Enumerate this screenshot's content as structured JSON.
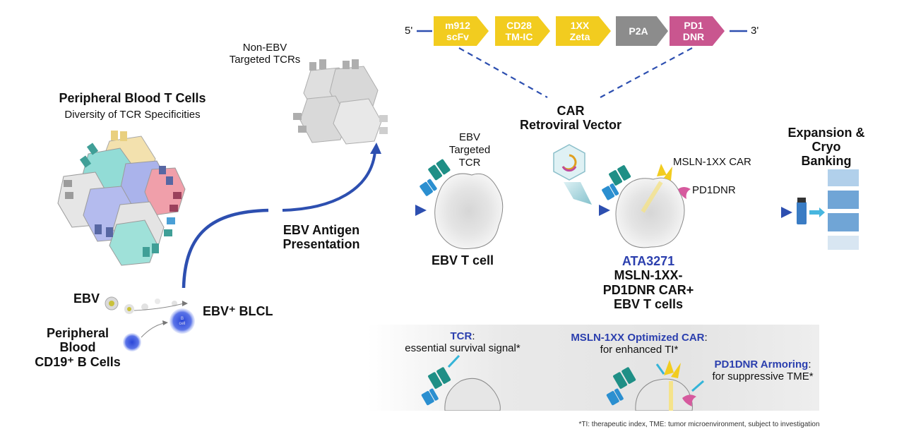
{
  "vector": {
    "five_prime": "5'",
    "three_prime": "3'",
    "segments": [
      {
        "label": "m912\nscFv",
        "line1": "m912",
        "line2": "scFv",
        "color": "#f2cc1f"
      },
      {
        "label": "CD28\nTM-IC",
        "line1": "CD28",
        "line2": "TM-IC",
        "color": "#f2cc1f"
      },
      {
        "label": "1XX\nZeta",
        "line1": "1XX",
        "line2": "Zeta",
        "color": "#f2cc1f"
      },
      {
        "label": "P2A",
        "line1": "P2A",
        "line2": "",
        "color": "#8c8c8c"
      },
      {
        "label": "PD1\nDNR",
        "line1": "PD1",
        "line2": "DNR",
        "color": "#c9568f"
      }
    ],
    "title_line1": "CAR",
    "title_line2": "Retroviral Vector"
  },
  "pbt": {
    "title": "Peripheral Blood T Cells",
    "subtitle": "Diversity of TCR Specificities"
  },
  "non_ebv": {
    "line1": "Non-EBV",
    "line2": "Targeted TCRs"
  },
  "antigen": {
    "line1": "EBV Antigen",
    "line2": "Presentation"
  },
  "ebv_tcr": {
    "line1": "EBV",
    "line2": "Targeted",
    "line3": "TCR"
  },
  "ebv_tcell": "EBV T cell",
  "car_labels": {
    "car": "MSLN-1XX CAR",
    "pd1": "PD1DNR"
  },
  "product": {
    "code": "ATA3271",
    "line1": "MSLN-1XX-",
    "line2": "PD1DNR CAR+",
    "line3": "EBV T cells"
  },
  "expansion": {
    "line1": "Expansion &",
    "line2": "Cryo",
    "line3": "Banking"
  },
  "bcell": {
    "ebv": "EBV",
    "blcl": "EBV⁺ BLCL",
    "pb_line1": "Peripheral",
    "pb_line2": "Blood",
    "pb_line3": "CD19⁺ B Cells",
    "bcell_glyph": "B cell"
  },
  "features": {
    "tcr_title": "TCR",
    "tcr_desc": "essential survival signal*",
    "car_title": "MSLN-1XX Optimized CAR",
    "car_desc": "for enhanced TI*",
    "pd1_title": "PD1DNR Armoring",
    "pd1_desc": "for suppressive TME*",
    "colon": ":"
  },
  "footnote": "*TI: therapeutic index, TME: tumor microenvironment, subject to investigation",
  "colors": {
    "arrow_blue": "#2d4fb0",
    "title_blue": "#2b3fae",
    "car_yellow": "#f2cc1f",
    "p2a_gray": "#8c8c8c",
    "pd1_pink": "#c9568f",
    "tcr_teal": "#1f8f86",
    "tcr_blue": "#2b8fd0"
  }
}
